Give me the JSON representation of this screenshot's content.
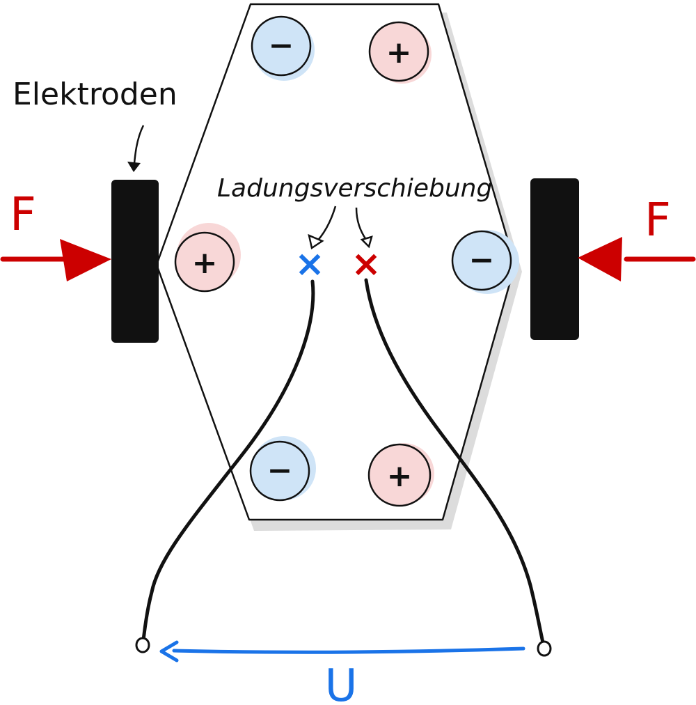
{
  "labels": {
    "electrodes": "Elektroden",
    "charge_shift": "Ladungsverschiebung",
    "force_left": "F",
    "force_right": "F",
    "voltage": "U"
  },
  "charges": {
    "top_left": "−",
    "top_right": "+",
    "mid_left": "+",
    "mid_right": "−",
    "bottom_left": "−",
    "bottom_right": "+"
  },
  "markers": {
    "negative_center": "×",
    "positive_center": "×"
  },
  "colors": {
    "force_arrow": "#cc0000",
    "voltage_arrow": "#1a73e8",
    "positive_fill": "#f8d7d7",
    "negative_fill": "#cfe4f7",
    "electrode": "#111111",
    "outline": "#111111",
    "shadow": "#d9d9d9"
  }
}
